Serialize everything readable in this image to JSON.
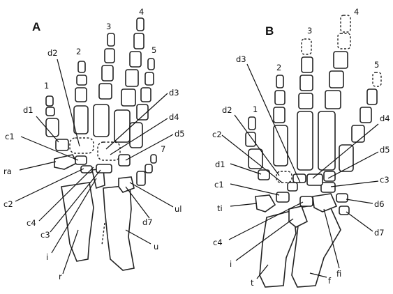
{
  "panel_a": {
    "letter": "A",
    "digits": [
      "1",
      "2",
      "3",
      "4",
      "5",
      "7"
    ],
    "labels": {
      "d1": "d1",
      "d2": "d2",
      "d3": "d3",
      "d4": "d4",
      "d5": "d5",
      "d7": "d7",
      "c1": "c1",
      "c2": "c2",
      "c3": "c3",
      "c4": "c4",
      "ra": "ra",
      "ul": "ul",
      "i": "i",
      "r": "r",
      "u": "u"
    }
  },
  "panel_b": {
    "letter": "B",
    "digits": [
      "1",
      "2",
      "3",
      "4",
      "5"
    ],
    "labels": {
      "d1": "d1",
      "d2": "d2",
      "d3": "d3",
      "d4": "d4",
      "d5": "d5",
      "d6": "d6",
      "d7": "d7",
      "c1": "c1",
      "c2": "c2",
      "c3": "c3",
      "c4": "c4",
      "ti": "ti",
      "i": "i",
      "t": "t",
      "f": "f",
      "fi": "fi"
    }
  }
}
